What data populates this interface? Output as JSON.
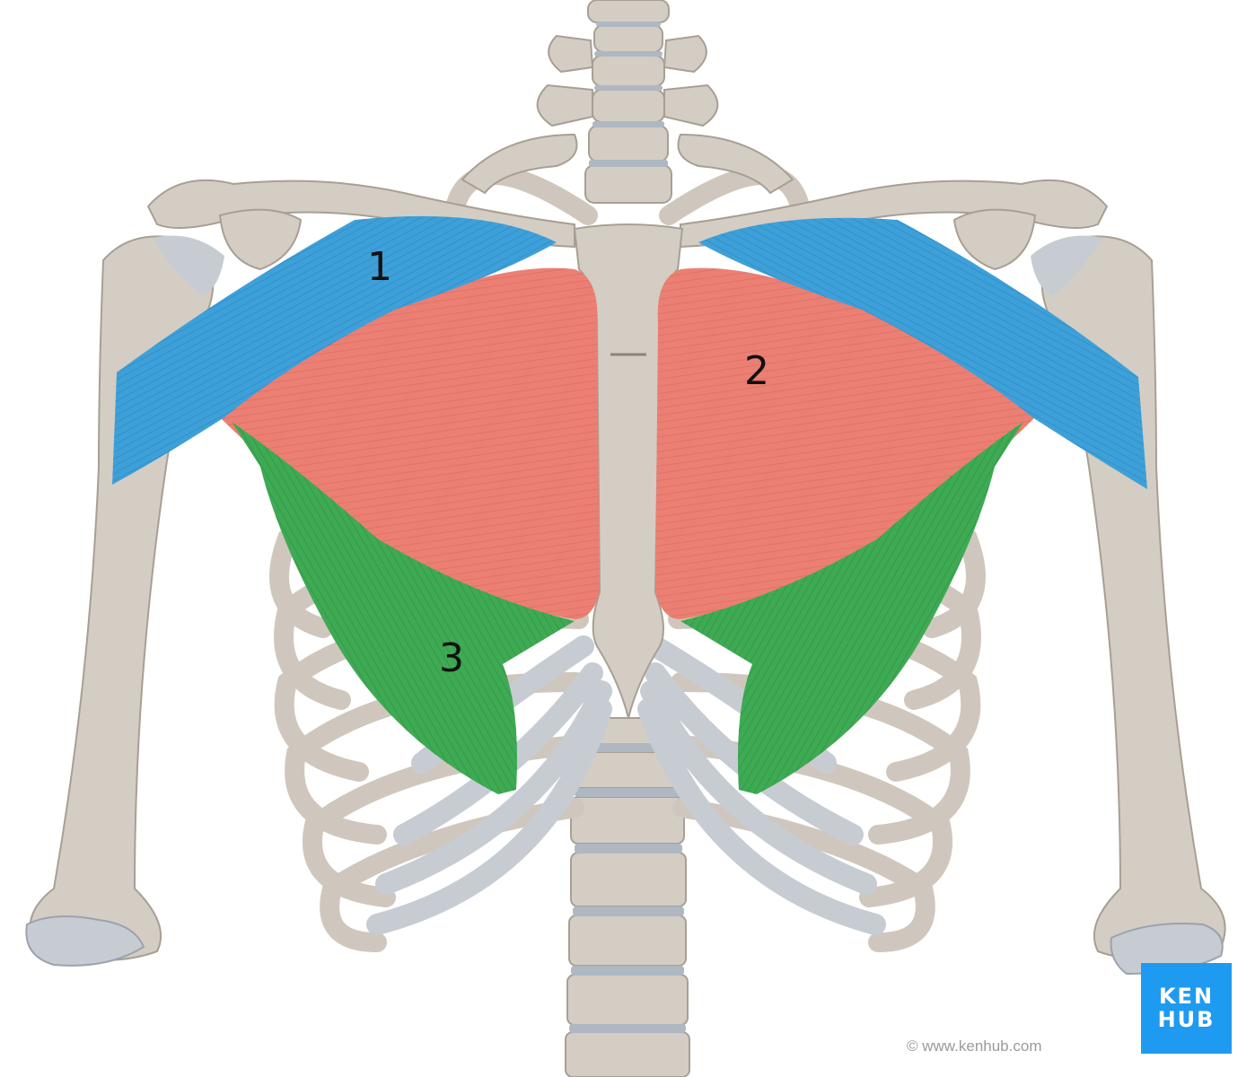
{
  "labels": {
    "one": "1",
    "two": "2",
    "three": "3"
  },
  "logo": {
    "line1": "KEN",
    "line2": "HUB"
  },
  "copyright": "© www.kenhub.com",
  "colors": {
    "background": "#ffffff",
    "bone": "#d4cdc4",
    "bone_shadow": "#b9b0a5",
    "cartilage": "#c7ccd3",
    "disc": "#aeb7c2",
    "muscle_blue": "#3ea0d8",
    "muscle_red": "#ec7f73",
    "muscle_green": "#3faa54",
    "logo_blue": "#1e9bf0"
  }
}
